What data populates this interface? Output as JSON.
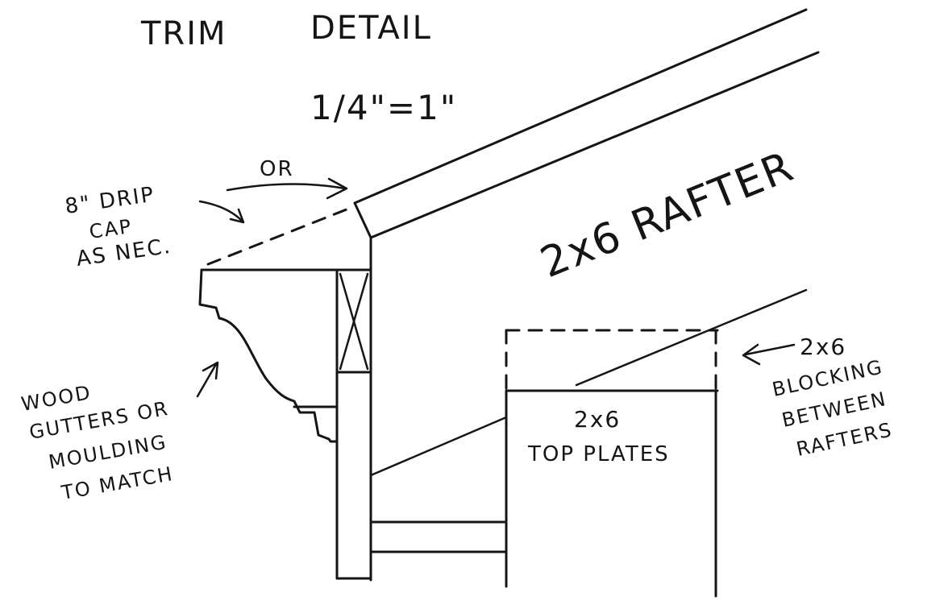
{
  "title_line1": "TRIM",
  "title_line2": "DETAIL",
  "scale": "1/4\"=1\"",
  "labels": {
    "rafter": "2x6 RAFTER",
    "or": "OR",
    "drip_cap": [
      "8\" DRIP",
      "CAP",
      "AS NEC."
    ],
    "gutters": [
      "WOOD",
      "GUTTERS OR",
      "MOULDING",
      "TO MATCH"
    ],
    "top_plates": [
      "2x6",
      "TOP PLATES"
    ],
    "blocking": [
      "2x6",
      "BLOCKING",
      "BETWEEN",
      "RAFTERS"
    ]
  },
  "colors": {
    "ink": "#151515",
    "paper": "#ffffff"
  }
}
